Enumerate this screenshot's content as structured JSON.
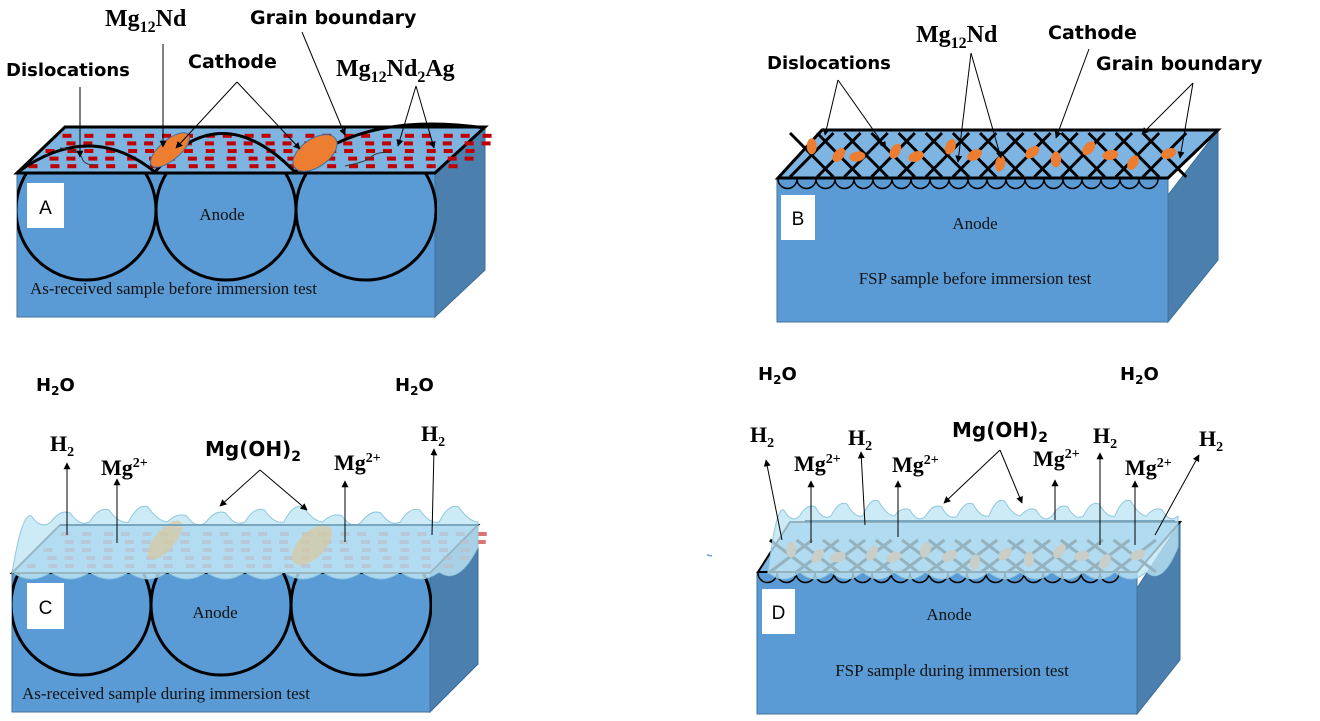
{
  "figure": {
    "colors": {
      "front_face": "#5b9bd5",
      "top_face": "#7eb4e2",
      "side_face": "#4a7fae",
      "outline": "#000000",
      "cathode": "#ed7d31",
      "precipitate": "#c00000",
      "hydroxide_film": "#bfe6f5"
    },
    "panels": [
      {
        "id": "A",
        "tag": "A",
        "body_label": "Anode",
        "caption": "As-received sample before immersion test",
        "annotations": {
          "dislocations": "Dislocations",
          "mg12nd_base": "Mg",
          "mg12nd_sub": "12",
          "mg12nd_tail": "Nd",
          "cathode": "Cathode",
          "grain_boundary": "Grain boundary",
          "mg12nd2ag_base": "Mg",
          "mg12nd2ag_sub1": "12",
          "mg12nd2ag_mid": "Nd",
          "mg12nd2ag_sub2": "2",
          "mg12nd2ag_tail": "Ag"
        }
      },
      {
        "id": "B",
        "tag": "B",
        "body_label": "Anode",
        "caption": "FSP sample before immersion test",
        "annotations": {
          "dislocations": "Dislocations",
          "mg12nd_base": "Mg",
          "mg12nd_sub": "12",
          "mg12nd_tail": "Nd",
          "cathode": "Cathode",
          "grain_boundary": "Grain boundary"
        }
      },
      {
        "id": "C",
        "tag": "C",
        "body_label": "Anode",
        "caption": "As-received sample during immersion test",
        "annotations": {
          "h2o_left": "H",
          "h2o_left_sub": "2",
          "h2o_left_tail": "O",
          "h2o_right": "H",
          "h2o_right_sub": "2",
          "h2o_right_tail": "O",
          "h2_base": "H",
          "h2_sub": "2",
          "mg_base": "Mg",
          "mg_sup": "2+",
          "mgoh2_base": "Mg(OH)",
          "mgoh2_sub": "2"
        }
      },
      {
        "id": "D",
        "tag": "D",
        "body_label": "Anode",
        "caption": "FSP sample during immersion test",
        "annotations": {
          "h2o_left": "H",
          "h2o_left_sub": "2",
          "h2o_left_tail": "O",
          "h2o_right": "H",
          "h2o_right_sub": "2",
          "h2o_right_tail": "O",
          "h2_base": "H",
          "h2_sub": "2",
          "mg_base": "Mg",
          "mg_sup": "2+",
          "mgoh2_base": "Mg(OH)",
          "mgoh2_sub": "2"
        }
      }
    ]
  }
}
